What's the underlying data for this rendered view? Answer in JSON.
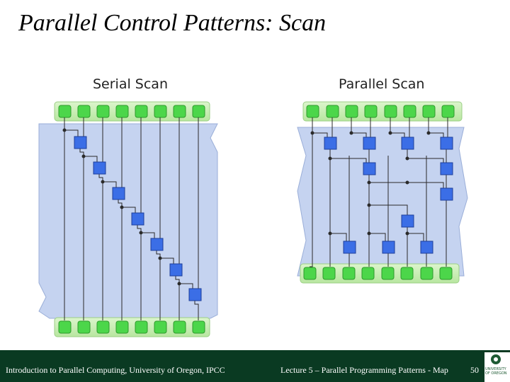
{
  "slide": {
    "title": "Parallel Control Patterns: Scan",
    "serial_label": "Serial Scan",
    "parallel_label": "Parallel Scan"
  },
  "footer": {
    "left_text": "Introduction to Parallel Computing, University of Oregon, IPCC",
    "middle_text": "Lecture 5 – Parallel Programming Patterns - Map",
    "page_number": "50",
    "logo_text": "UNIVERSITY OF OREGON",
    "background_color": "#0a3a22"
  },
  "diagram_colors": {
    "band": "#c5d3f0",
    "band_edge": "#9aaed8",
    "element_strip": "#c9efb4",
    "element": "#4cd64a",
    "operation_box": "#3b6ee6",
    "wire": "#2a2a2a"
  }
}
